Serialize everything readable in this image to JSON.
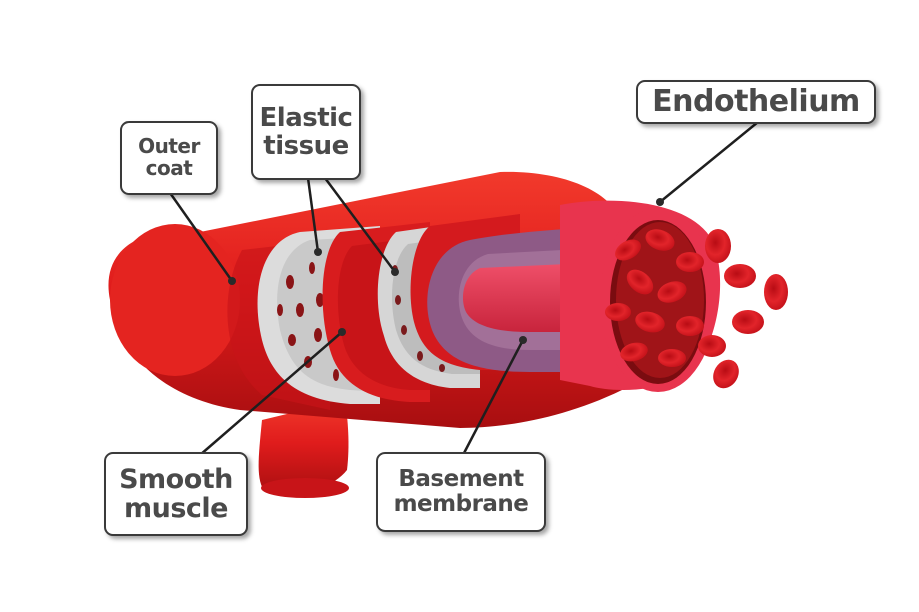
{
  "diagram": {
    "labels": {
      "outer_coat": {
        "line1": "Outer",
        "line2": "coat"
      },
      "elastic_tissue": {
        "line1": "Elastic",
        "line2": "tissue"
      },
      "endothelium": {
        "line1": "Endothelium"
      },
      "smooth_muscle": {
        "line1": "Smooth",
        "line2": "muscle"
      },
      "basement_membrane": {
        "line1": "Basement",
        "line2": "membrane"
      }
    },
    "colors": {
      "vessel_red": "#e01c1c",
      "vessel_dark": "#a80e10",
      "elastic_gray": "#c9c9c9",
      "basement_purple": "#8e5a86",
      "endothelium_pink": "#e8344e",
      "blood_cell": "#d8141c",
      "label_border": "#3a3a3a",
      "label_text": "#4a4a4a"
    }
  }
}
